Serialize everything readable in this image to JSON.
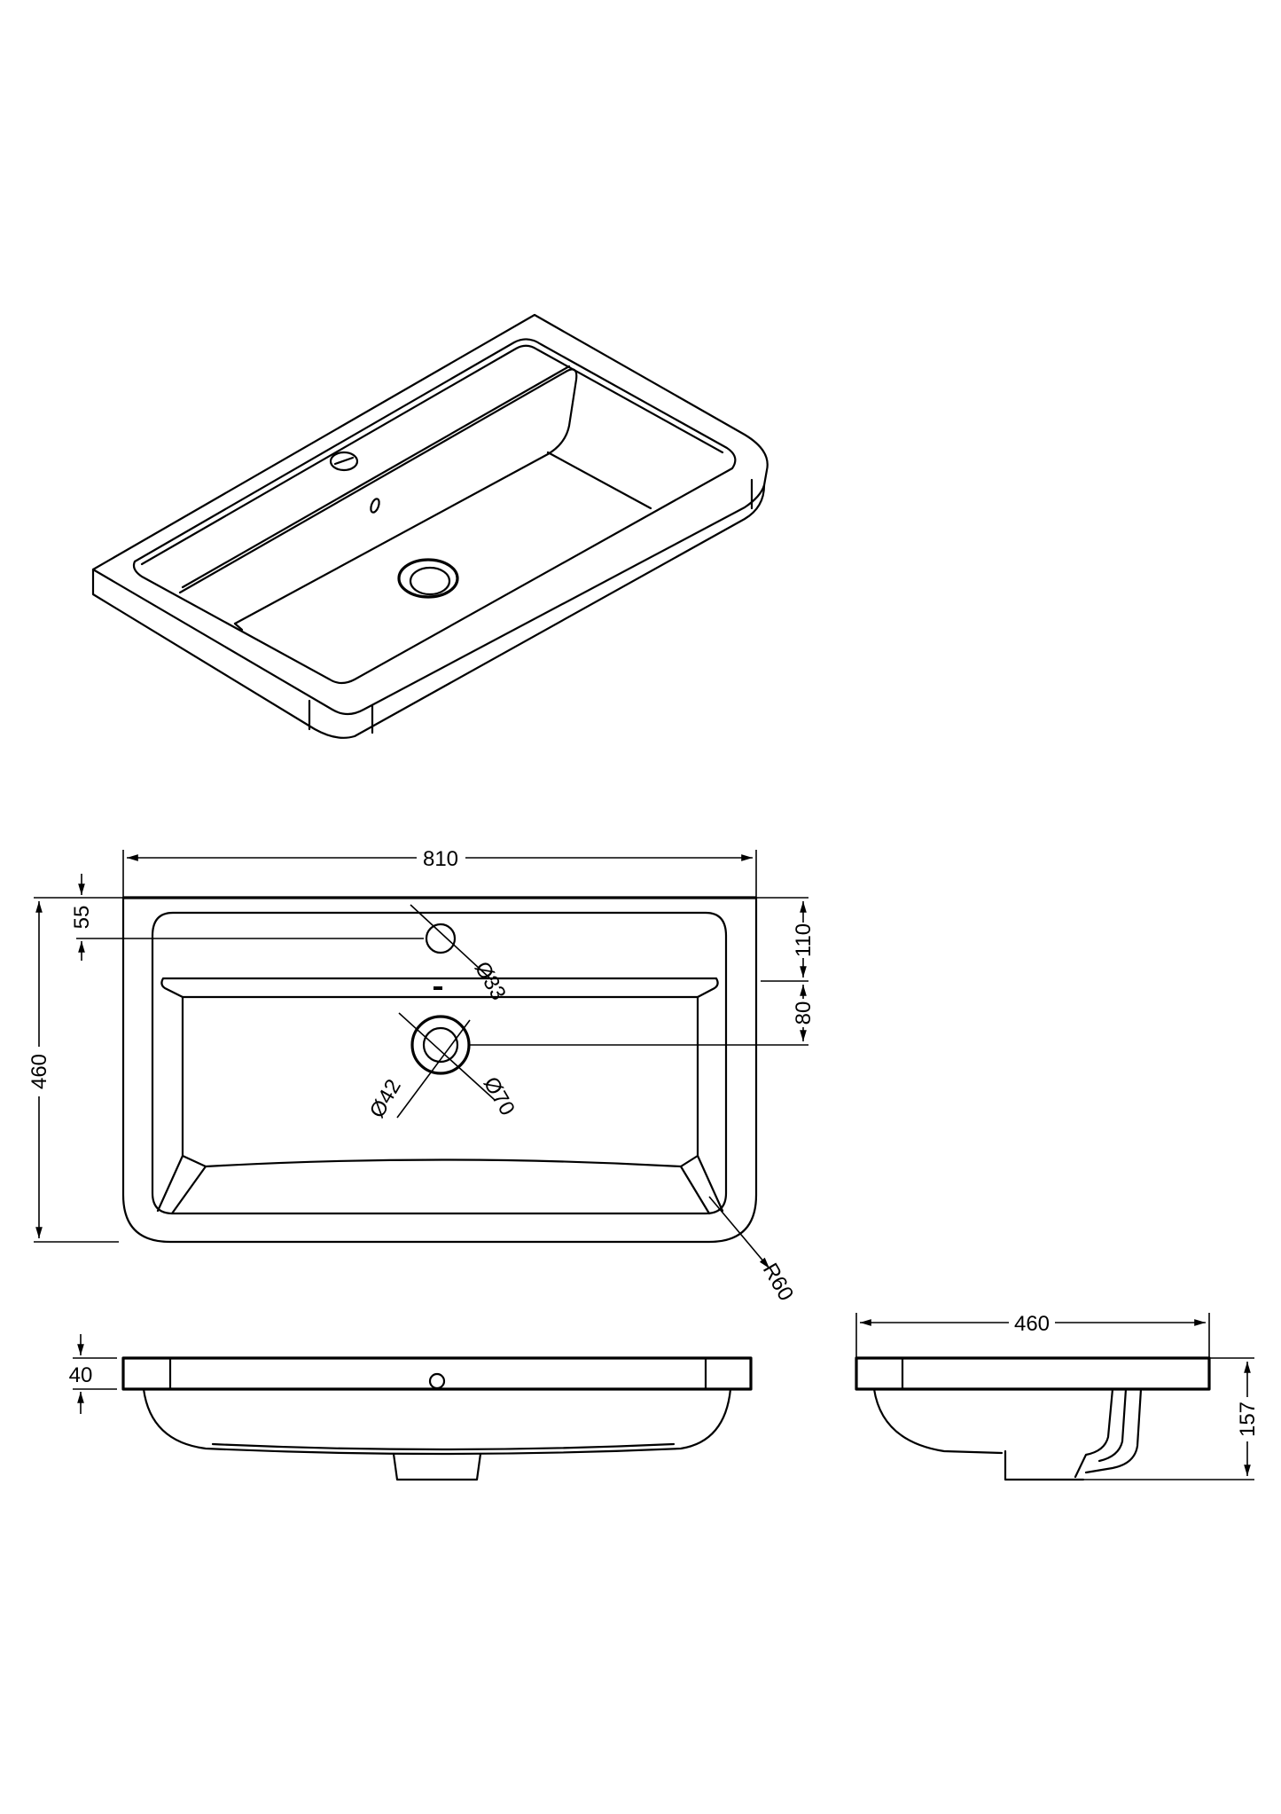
{
  "drawing": {
    "views": [
      "isometric",
      "plan",
      "front-elevation",
      "side-elevation"
    ],
    "line_color": "#000000",
    "background": "#ffffff"
  },
  "dimensions": {
    "width": "810",
    "depth": "460",
    "overflow_offset": "55",
    "tap_to_shelf": "110",
    "shelf_to_waste": "80",
    "overflow_diameter": "Ø33",
    "waste_inner_diameter": "Ø42",
    "waste_outer_diameter": "Ø70",
    "corner_radius": "R60",
    "slab_thickness": "40",
    "side_depth": "460",
    "overall_height": "157"
  }
}
